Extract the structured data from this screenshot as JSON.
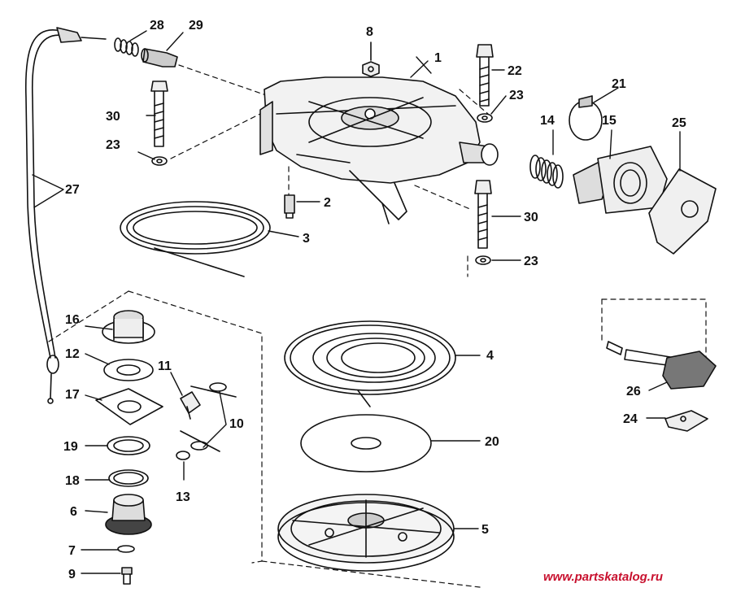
{
  "callouts": {
    "c1": "1",
    "c2": "2",
    "c3": "3",
    "c4": "4",
    "c5": "5",
    "c6": "6",
    "c7": "7",
    "c8": "8",
    "c9": "9",
    "c10": "10",
    "c11": "11",
    "c12": "12",
    "c13": "13",
    "c14": "14",
    "c15": "15",
    "c16": "16",
    "c17": "17",
    "c18": "18",
    "c19": "19",
    "c20": "20",
    "c21": "21",
    "c22": "22",
    "c23a": "23",
    "c23b": "23",
    "c23c": "23",
    "c24": "24",
    "c25": "25",
    "c26": "26",
    "c27": "27",
    "c28": "28",
    "c29": "29",
    "c30a": "30",
    "c30b": "30"
  },
  "watermark": "www.partskatalog.ru"
}
